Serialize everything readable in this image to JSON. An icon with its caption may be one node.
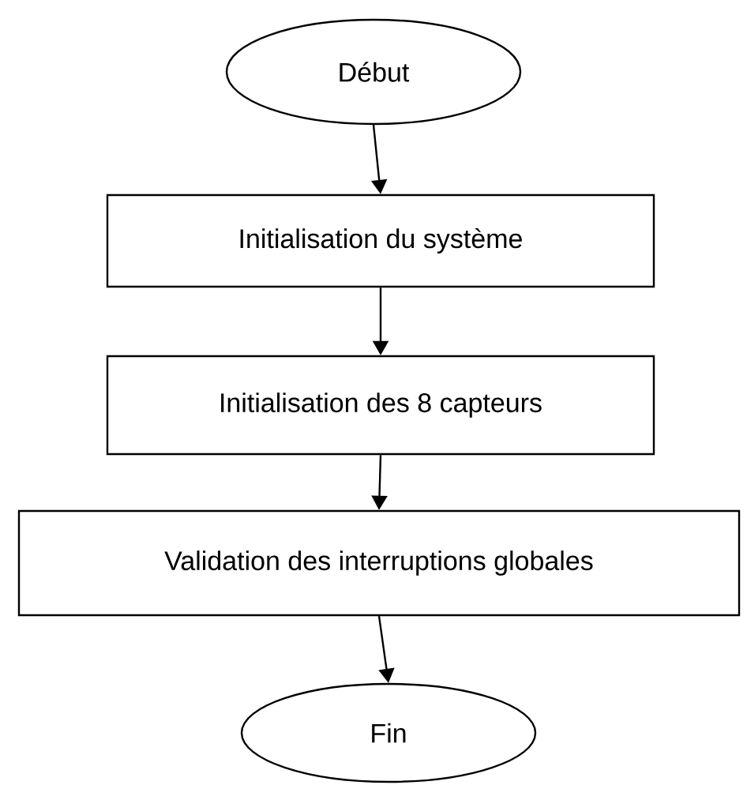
{
  "diagram": {
    "nodes": [
      {
        "text": [
          "Début"
        ]
      },
      {
        "text": [
          "Initialisation du système"
        ]
      },
      {
        "text": [
          "Initialisation des 8 capteurs"
        ]
      },
      {
        "text": [
          "Validation des interruptions globales"
        ]
      },
      {
        "text": [
          "Fin"
        ]
      }
    ],
    "edges": [
      {
        "from": 0,
        "to": 1,
        "arrow": "to"
      },
      {
        "from": 1,
        "to": 2,
        "arrow": "to"
      },
      {
        "from": 2,
        "to": 3,
        "arrow": "to"
      },
      {
        "from": 3,
        "to": 4,
        "arrow": "to"
      }
    ]
  }
}
